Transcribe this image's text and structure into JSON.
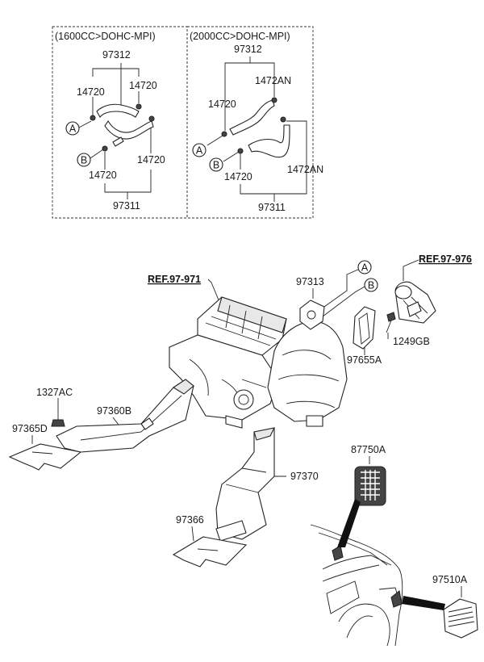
{
  "inset_left": {
    "title": "(1600CC>DOHC-MPI)",
    "labels": {
      "upper_pipe": "97312",
      "clamp_top_left": "14720",
      "clamp_top_right": "14720",
      "clamp_bottom_left": "14720",
      "clamp_bottom_right": "14720",
      "lower_pipe": "97311"
    },
    "markers": {
      "a": "A",
      "b": "B"
    }
  },
  "inset_right": {
    "title": "(2000CC>DOHC-MPI)",
    "labels": {
      "upper_pipe": "97312",
      "clamp_top_left": "14720",
      "clamp_top_right": "1472AN",
      "clamp_bottom_left": "14720",
      "clamp_bottom_right": "1472AN",
      "lower_pipe": "97311"
    },
    "markers": {
      "a": "A",
      "b": "B"
    }
  },
  "main": {
    "ref_heater": "REF.97-971",
    "ref_blower": "REF.97-976",
    "gasket": "97313",
    "marker_a": "A",
    "marker_b": "B",
    "seal": "97655A",
    "bolt": "1249GB",
    "nut": "1327AC",
    "rear_duct_left": "97360B",
    "rear_duct_left_cover": "97365D",
    "rear_duct_right": "97370",
    "rear_duct_right_cover": "97366",
    "interior_grille": "87750A",
    "side_grille": "97510A"
  }
}
